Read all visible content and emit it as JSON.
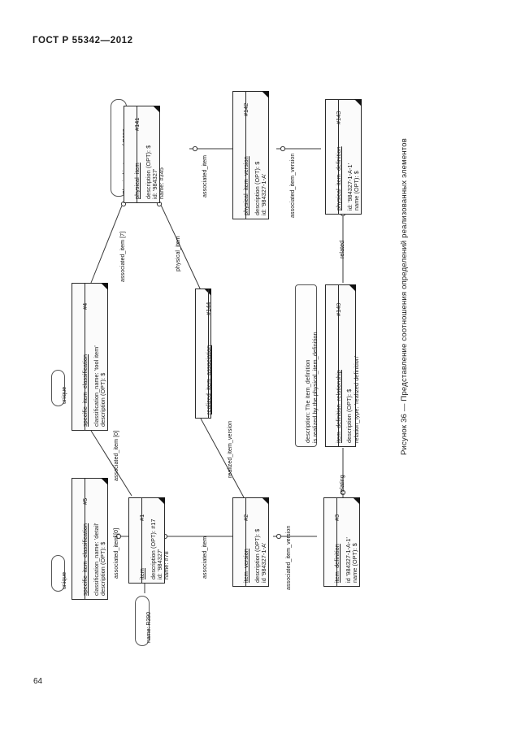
{
  "document": {
    "standard_header": "ГОСТ Р 55342—2012",
    "page_number": "64",
    "figure_caption": "Рисунок 36 — Представление соотношения определений реализованных элементов"
  },
  "diagram": {
    "type": "express-g-instance-diagram",
    "entities": [
      {
        "id": "ent-141",
        "name": "physical_item",
        "ref": "#141",
        "attributes": [
          "description (OPT): $",
          "id: '984327'",
          "name: #345"
        ]
      },
      {
        "id": "ent-142",
        "name": "physical_item_version",
        "ref": "#142",
        "attributes": [
          "description (OPT): $",
          "id: '984327-1-A'"
        ]
      },
      {
        "id": "ent-143",
        "name": "physical_item_definition",
        "ref": "#143",
        "attributes": [
          "id: '984327-1-A-1'",
          "name (OPT): $"
        ]
      },
      {
        "id": "ent-144",
        "name": "realized_item_association",
        "ref": "#144",
        "attributes": []
      },
      {
        "id": "ent-140",
        "name": "item_definition_relationship",
        "ref": "#140",
        "attributes": [
          "description (OPT): $",
          "relation_type: 'realized definition'"
        ]
      },
      {
        "id": "ent-4",
        "name": "specific_item_classification",
        "ref": "#4",
        "attributes": [
          "classification_name: 'tool item'",
          "description (OPT): $"
        ]
      },
      {
        "id": "ent-5",
        "name": "specific_item_classification",
        "ref": "#5",
        "attributes": [
          "classification_name: 'detail'",
          "description (OPT): $"
        ]
      },
      {
        "id": "ent-1",
        "name": "item",
        "ref": "#1",
        "attributes": [
          "description (OPT): #17",
          "id: '984327'",
          "name: #78"
        ]
      },
      {
        "id": "ent-2",
        "name": "item_version",
        "ref": "#2",
        "attributes": [
          "description (OPT): $",
          "id '984327-1-A'"
        ]
      },
      {
        "id": "ent-3",
        "name": "item_definition",
        "ref": "#3",
        "attributes": [
          "id '984327-1-A-1'",
          "name (OPT): $"
        ]
      }
    ],
    "notes": [
      {
        "id": "note-140",
        "lines": [
          "description: The item_definition",
          "is realized by the physical_item_definition"
        ]
      }
    ],
    "round_boxes": [
      {
        "id": "rb-physical-instance",
        "label": "Physical instance of R390"
      },
      {
        "id": "rb-unique-4",
        "label": "unique"
      },
      {
        "id": "rb-unique-5",
        "label": "unique"
      },
      {
        "id": "rb-name-r390",
        "label": "name: R390"
      }
    ],
    "connection_labels": [
      {
        "id": "cl-associated-item-141",
        "label": "associated_item"
      },
      {
        "id": "cl-associated-item-version-142",
        "label": "associated_item_version"
      },
      {
        "id": "cl-associated-item-7",
        "label": "associated_item [7]"
      },
      {
        "id": "cl-physical-item",
        "label": "physical_item"
      },
      {
        "id": "cl-realized-item-version",
        "label": "realized_item_version"
      },
      {
        "id": "cl-associated-item-0-top",
        "label": "associated_item [0]"
      },
      {
        "id": "cl-associated-item-0-bottom",
        "label": "associated_item [0]"
      },
      {
        "id": "cl-associated-item-1-2",
        "label": "associated_item"
      },
      {
        "id": "cl-associated-item-version-2-3",
        "label": "associated_item_version"
      },
      {
        "id": "cl-related",
        "label": "related"
      },
      {
        "id": "cl-relating",
        "label": "relating"
      }
    ]
  }
}
